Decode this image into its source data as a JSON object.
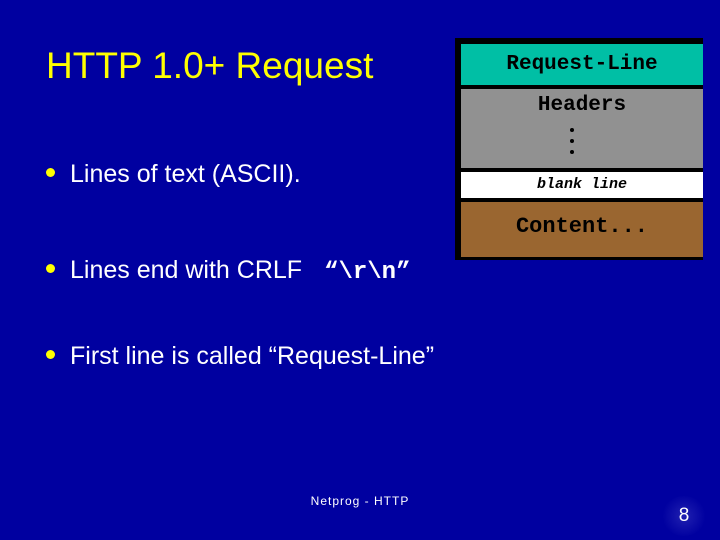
{
  "slide": {
    "title": "HTTP 1.0+ Request",
    "background_color": "#0000A0",
    "title_color": "#FFFF00",
    "body_text_color": "#FFFFFF",
    "bullet_color": "#FFFF00"
  },
  "bullets": [
    {
      "text": "Lines of text (ASCII).",
      "mono_suffix": ""
    },
    {
      "text": "Lines end with CRLF",
      "mono_suffix": "“\\r\\n”"
    },
    {
      "text": "First line is called “Request-Line”",
      "mono_suffix": ""
    }
  ],
  "diagram": {
    "name": "http-request-message-structure",
    "border_color": "#000000",
    "sections": [
      {
        "label": "Request-Line",
        "color": "#00BFA5"
      },
      {
        "label": "Headers",
        "color": "#919191",
        "dots": 3
      },
      {
        "label": "blank line",
        "color": "#FFFFFF"
      },
      {
        "label": "Content...",
        "color": "#9A6630"
      }
    ]
  },
  "footer": {
    "text": "Netprog - HTTP",
    "page_number": "8"
  }
}
